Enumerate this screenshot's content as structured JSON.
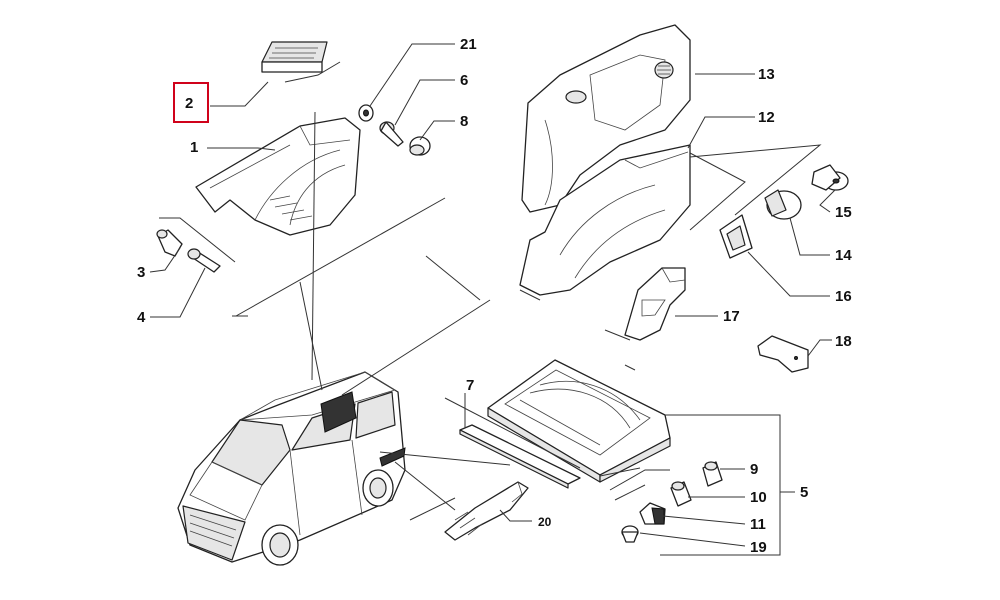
{
  "labels": {
    "l1": "1",
    "l2": "2",
    "l3": "3",
    "l4": "4",
    "l5": "5",
    "l6": "6",
    "l7": "7",
    "l8": "8",
    "l9": "9",
    "l10": "10",
    "l11": "11",
    "l12": "12",
    "l13": "13",
    "l14": "14",
    "l15": "15",
    "l16": "16",
    "l17": "17",
    "l18": "18",
    "l19": "19",
    "l20": "20",
    "l21": "21"
  },
  "highlighted_label": "2",
  "colors": {
    "highlight": "#d0021b",
    "line": "#222222"
  }
}
